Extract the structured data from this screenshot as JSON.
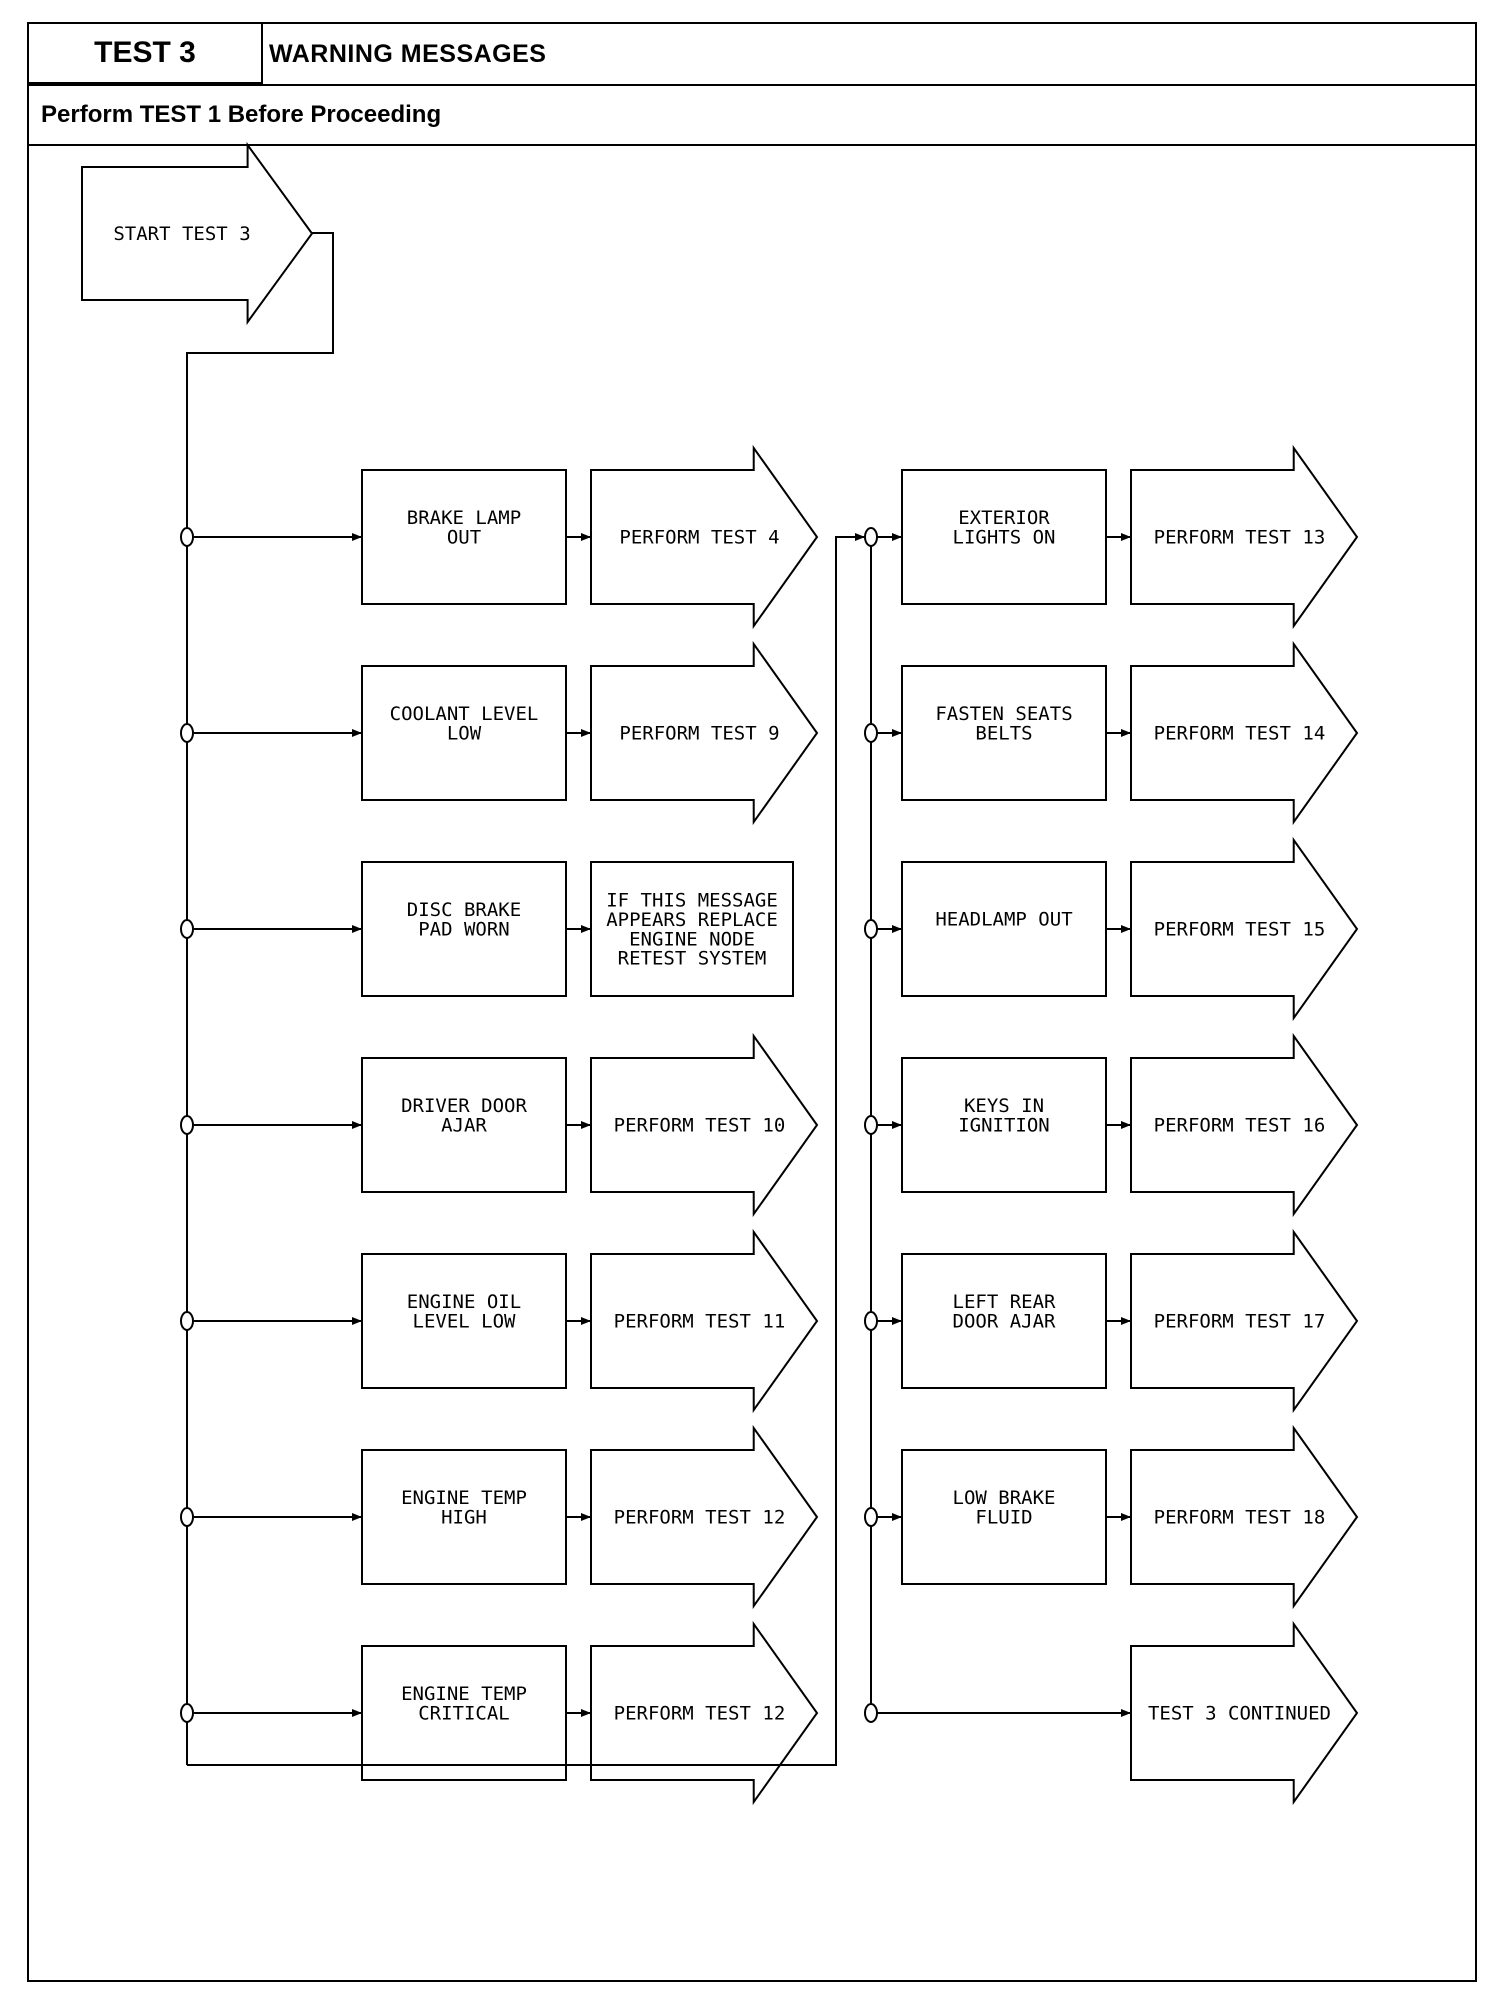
{
  "header": {
    "test_label": "TEST 3",
    "title": "WARNING MESSAGES",
    "subtitle": "Perform TEST 1 Before Proceeding"
  },
  "start": {
    "label": [
      "START TEST 3"
    ]
  },
  "left_column": [
    {
      "message": [
        "BRAKE LAMP",
        "OUT"
      ],
      "action": [
        "PERFORM TEST 4"
      ],
      "action_type": "arrow"
    },
    {
      "message": [
        "COOLANT LEVEL",
        "LOW"
      ],
      "action": [
        "PERFORM TEST 9"
      ],
      "action_type": "arrow"
    },
    {
      "message": [
        "DISC BRAKE",
        "PAD WORN"
      ],
      "action": [
        "IF THIS MESSAGE",
        "APPEARS REPLACE",
        "ENGINE NODE",
        "RETEST SYSTEM"
      ],
      "action_type": "box"
    },
    {
      "message": [
        "DRIVER DOOR",
        "AJAR"
      ],
      "action": [
        "PERFORM TEST 10"
      ],
      "action_type": "arrow"
    },
    {
      "message": [
        "ENGINE OIL",
        "LEVEL LOW"
      ],
      "action": [
        "PERFORM TEST 11"
      ],
      "action_type": "arrow"
    },
    {
      "message": [
        "ENGINE TEMP",
        "HIGH"
      ],
      "action": [
        "PERFORM TEST 12"
      ],
      "action_type": "arrow"
    },
    {
      "message": [
        "ENGINE TEMP",
        "CRITICAL"
      ],
      "action": [
        "PERFORM TEST 12"
      ],
      "action_type": "arrow"
    }
  ],
  "right_column": [
    {
      "message": [
        "EXTERIOR",
        "LIGHTS ON"
      ],
      "action": [
        "PERFORM TEST 13"
      ],
      "action_type": "arrow"
    },
    {
      "message": [
        "FASTEN SEATS",
        "BELTS"
      ],
      "action": [
        "PERFORM TEST 14"
      ],
      "action_type": "arrow"
    },
    {
      "message": [
        "HEADLAMP OUT"
      ],
      "action": [
        "PERFORM TEST 15"
      ],
      "action_type": "arrow"
    },
    {
      "message": [
        "KEYS IN",
        "IGNITION"
      ],
      "action": [
        "PERFORM TEST 16"
      ],
      "action_type": "arrow"
    },
    {
      "message": [
        "LEFT REAR",
        "DOOR AJAR"
      ],
      "action": [
        "PERFORM TEST 17"
      ],
      "action_type": "arrow"
    },
    {
      "message": [
        "LOW BRAKE",
        "FLUID"
      ],
      "action": [
        "PERFORM TEST 18"
      ],
      "action_type": "arrow"
    },
    {
      "message": [],
      "action": [
        "TEST 3 CONTINUED"
      ],
      "action_type": "arrow"
    }
  ]
}
